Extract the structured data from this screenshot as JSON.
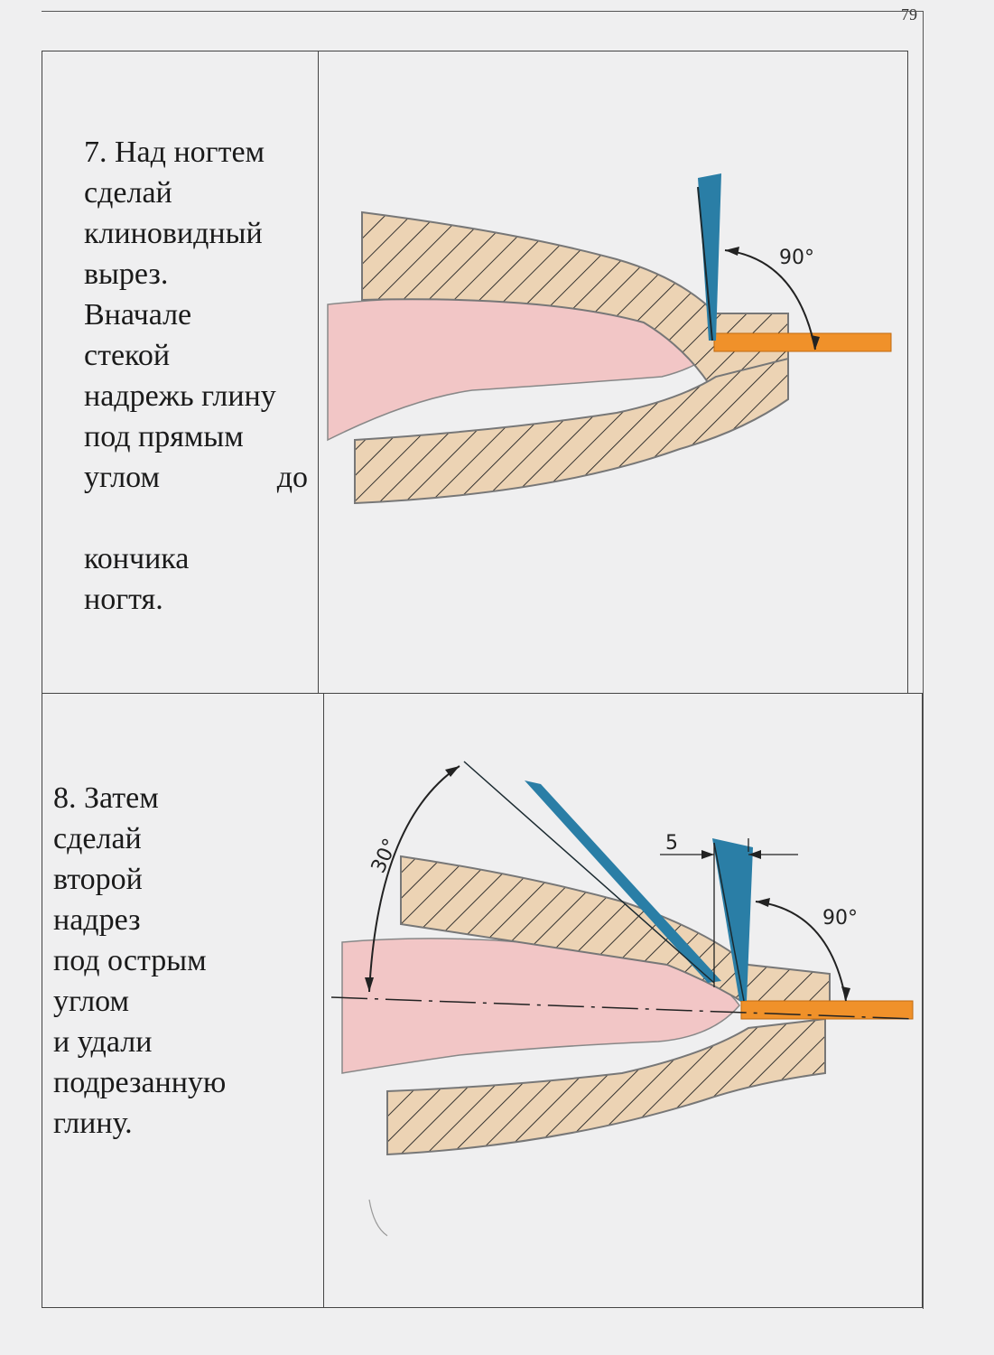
{
  "page_number": "79",
  "steps": [
    {
      "text": "7. Над ногтем\nсделай\nклиновидный\nвырез.\nВначале\nстекой\nнадрежь глину\nпод прямым",
      "last_line_left": "углом",
      "last_line_right": "до",
      "tail": "кончика\nногтя.",
      "angle_label": "90°"
    },
    {
      "text": "8. Затем\nсделай\nвторой\nнадрез\nпод острым\nуглом\nи удали\nподрезанную\nглину.",
      "angle_label_1": "30°",
      "offset_label": "5",
      "angle_label_2": "90°"
    }
  ],
  "colors": {
    "clay": "#ecd3b4",
    "finger": "#f2c6c6",
    "tool": "#2a7ea6",
    "nail": "#f0912a",
    "hatch": "#222222"
  }
}
